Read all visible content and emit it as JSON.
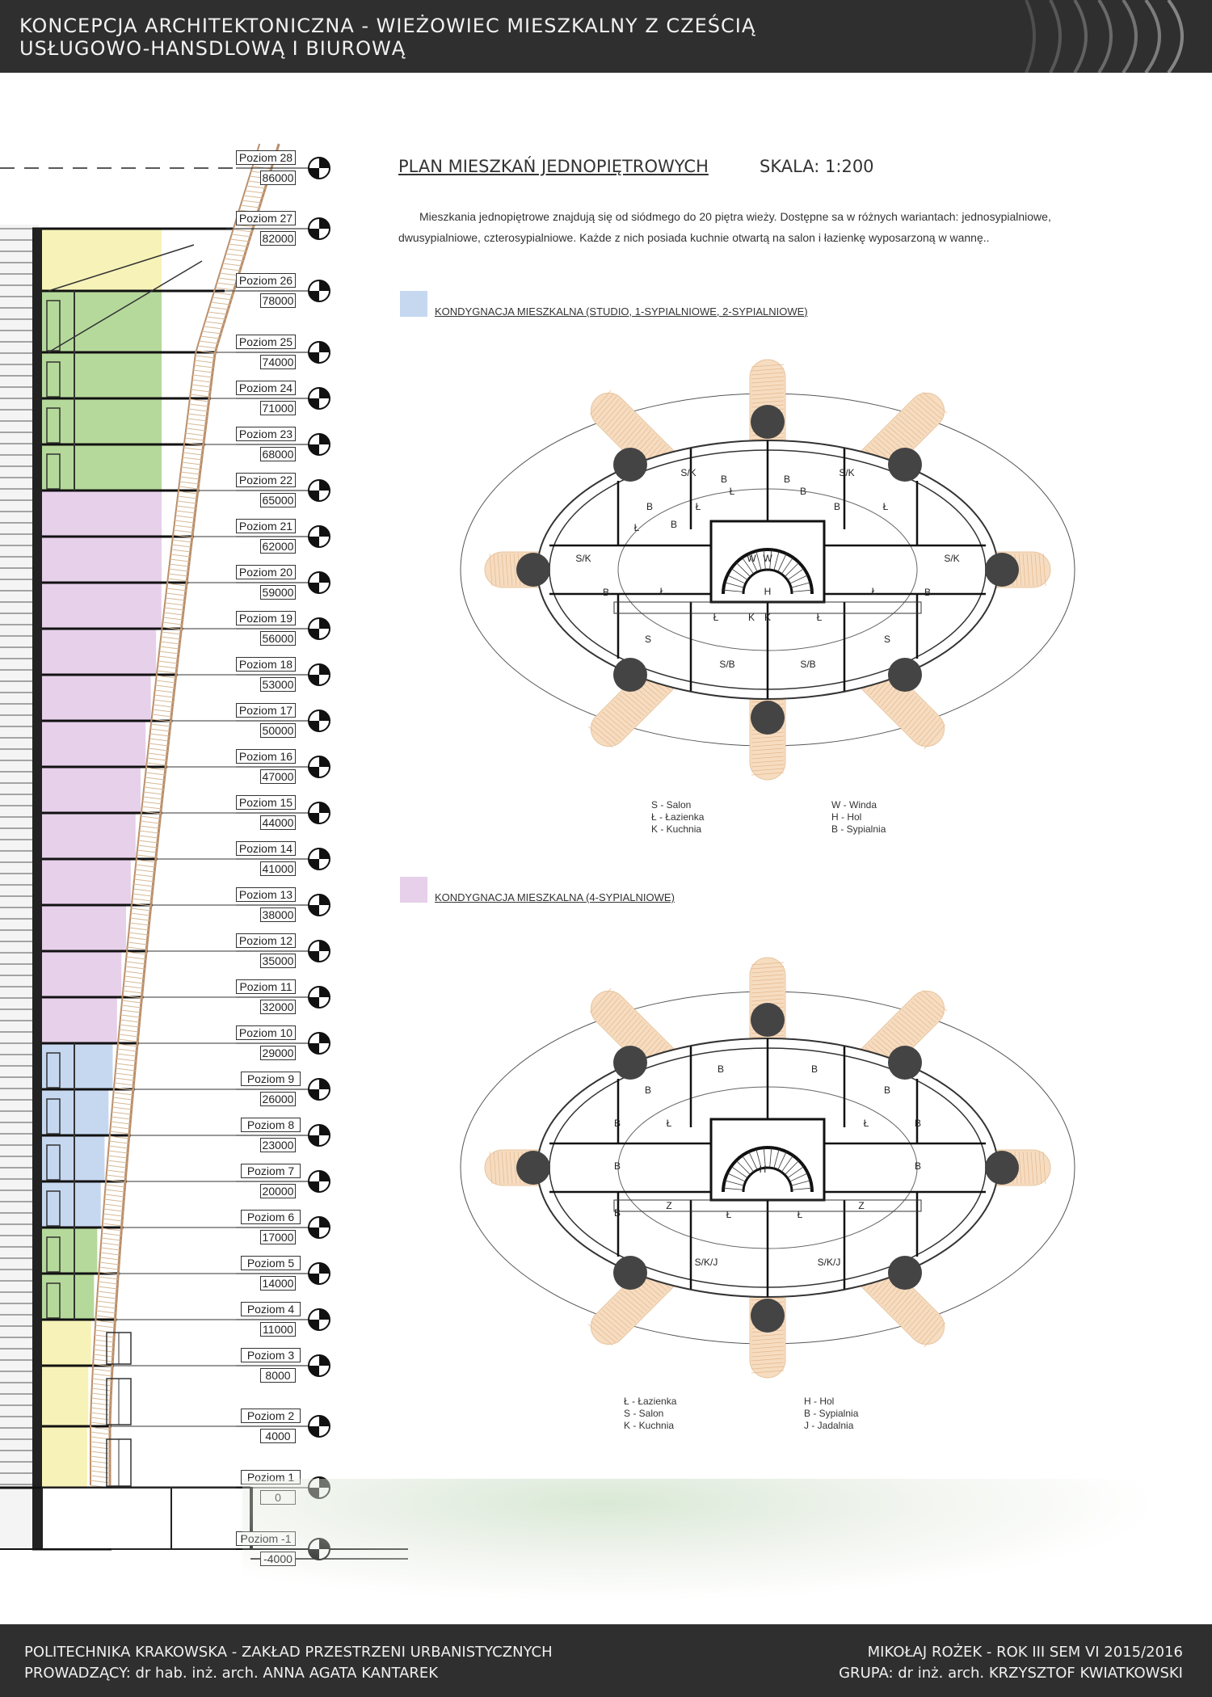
{
  "header": {
    "title_line1": "KONCEPCJA ARCHITEKTONICZNA - WIEŻOWIEC MIESZKALNY Z CZEŚCIĄ",
    "title_line2": "USŁUGOWO-HANSDLOWĄ I BIUROWĄ"
  },
  "section": {
    "levels": [
      {
        "label": "Poziom 28",
        "value": "86000"
      },
      {
        "label": "Poziom 27",
        "value": "82000"
      },
      {
        "label": "Poziom 26",
        "value": "78000"
      },
      {
        "label": "Poziom 25",
        "value": "74000"
      },
      {
        "label": "Poziom 24",
        "value": "71000"
      },
      {
        "label": "Poziom 23",
        "value": "68000"
      },
      {
        "label": "Poziom 22",
        "value": "65000"
      },
      {
        "label": "Poziom 21",
        "value": "62000"
      },
      {
        "label": "Poziom 20",
        "value": "59000"
      },
      {
        "label": "Poziom 19",
        "value": "56000"
      },
      {
        "label": "Poziom 18",
        "value": "53000"
      },
      {
        "label": "Poziom 17",
        "value": "50000"
      },
      {
        "label": "Poziom 16",
        "value": "47000"
      },
      {
        "label": "Poziom 15",
        "value": "44000"
      },
      {
        "label": "Poziom 14",
        "value": "41000"
      },
      {
        "label": "Poziom 13",
        "value": "38000"
      },
      {
        "label": "Poziom 12",
        "value": "35000"
      },
      {
        "label": "Poziom 11",
        "value": "32000"
      },
      {
        "label": "Poziom 10",
        "value": "29000"
      },
      {
        "label": "Poziom 9",
        "value": "26000"
      },
      {
        "label": "Poziom 8",
        "value": "23000"
      },
      {
        "label": "Poziom 7",
        "value": "20000"
      },
      {
        "label": "Poziom 6",
        "value": "17000"
      },
      {
        "label": "Poziom 5",
        "value": "14000"
      },
      {
        "label": "Poziom 4",
        "value": "11000"
      },
      {
        "label": "Poziom 3",
        "value": "8000"
      },
      {
        "label": "Poziom 2",
        "value": "4000"
      },
      {
        "label": "Poziom 1",
        "value": "0"
      },
      {
        "label": "Poziom -1",
        "value": "-4000"
      }
    ]
  },
  "plan": {
    "title": "PLAN MIESZKAŃ JEDNOPIĘTROWYCH",
    "scale": "SKALA: 1:200",
    "description": "Mieszkania jednopiętrowe znajdują się od siódmego do 20 piętra wieży. Dostępne sa w różnych wariantach: jednosypialniowe, dwusypialniowe, czterosypialniowe. Każde z nich posiada kuchnie otwartą na salon i łazienkę wyposarzoną w wannę.."
  },
  "plan1": {
    "category": "KONDYGNACJA MIESZKALNA (STUDIO, 1-SYPIALNIOWE, 2-SYPIALNIOWE)",
    "swatch_color": "#c6d8f0",
    "rooms": [
      "S/K",
      "B",
      "B",
      "S/K",
      "B",
      "Ł",
      "Ł",
      "B",
      "B",
      "Ł",
      "Ł",
      "B",
      "W",
      "W",
      "S/K",
      "S/K",
      "H",
      "B",
      "Ł",
      "Ł",
      "B",
      "Ł",
      "K",
      "K",
      "Ł",
      "S",
      "S",
      "S/B",
      "S/B"
    ],
    "legend_left": [
      "S - Salon",
      "Ł - Łazienka",
      "K - Kuchnia"
    ],
    "legend_right": [
      "W - Winda",
      "H - Hol",
      "B - Sypialnia"
    ]
  },
  "plan2": {
    "category": "KONDYGNACJA MIESZKALNA (4-SYPIALNIOWE)",
    "swatch_color": "#e6d0ea",
    "rooms": [
      "B",
      "B",
      "B",
      "B",
      "B",
      "Ł",
      "Ł",
      "B",
      "B",
      "B",
      "H",
      "B",
      "Z",
      "Ł",
      "Ł",
      "Z",
      "S/K/J",
      "S/K/J"
    ],
    "legend_left": [
      "Ł - Łazienka",
      "S - Salon",
      "K - Kuchnia"
    ],
    "legend_right": [
      "H - Hol",
      "B - Sypialnia",
      "J - Jadalnia"
    ]
  },
  "footer": {
    "line1_left": "POLITECHNIKA KRAKOWSKA - ZAKŁAD PRZESTRZENI URBANISTYCZNYCH",
    "line2_left": "PROWADZĄCY: dr hab. inż. arch. ANNA AGATA KANTAREK",
    "line1_right": "MIKOŁAJ ROŻEK - ROK III SEM VI 2015/2016",
    "line2_right": "GRUPA: dr inż. arch. KRZYSZTOF KWIATKOWSKI"
  },
  "colors": {
    "residential_yellow": "#f7f3b8",
    "residential_green": "#b5d99a",
    "residential_purple": "#e6d0ea",
    "residential_blue": "#c6d8f0",
    "ground_pink": "#f2b9bb",
    "timber": "#f6dcc0",
    "column": "#444444"
  }
}
